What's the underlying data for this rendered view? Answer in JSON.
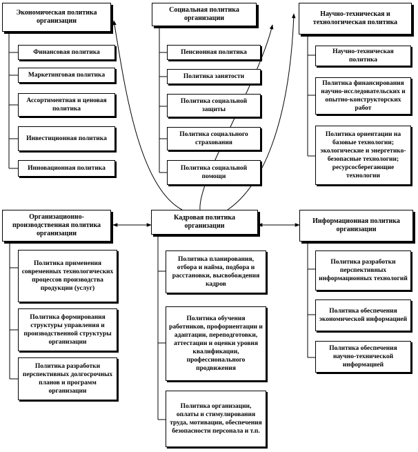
{
  "nodes": {
    "economic": {
      "title": "Экономическая политика организации",
      "items": [
        "Финансовая политика",
        "Маркетинговая политика",
        "Ассортиментная и ценовая политика",
        "Инвестиционная политика",
        "Инновационная политика"
      ]
    },
    "social": {
      "title": "Социальная политика организации",
      "items": [
        "Пенсионная политика",
        "Политика занятости",
        "Политика социальной защиты",
        "Политика социального страхования",
        "Политика социальной помощи"
      ]
    },
    "scitech": {
      "title": "Научно-техническая и технологическая политика",
      "items": [
        "Научно-техническая политика",
        "Политика финансирования научно-исследовательских и опытно-конструкторских работ",
        "Политика ориентации на базовые технологии; экологические и энергетико-безопасные технологии; ресурсосберегающие технологии"
      ]
    },
    "production": {
      "title": "Организационно-производственная политика организации",
      "items": [
        "Политика применения современных технологических процессов производства продукции (услуг)",
        "Политика формирования структуры управления и производственной структуры организации",
        "Политика разработки перспективных долгосрочных планов и программ организации"
      ]
    },
    "hr": {
      "title": "Кадровая политика организации",
      "items": [
        "Политика планирования, отбора и найма, подбора и расстановки, высвобождения кадров",
        "Политика обучения работников, профориентации и адаптации, переподготовки, аттестации и оценки уровня квалификации, профессионального продвижения",
        "Политика организации, оплаты и стимулирования труда, мотивации, обеспечения безопасности персонала и т.п."
      ]
    },
    "info": {
      "title": "Информационная политика организации",
      "items": [
        "Политика разработки перспективных информационных технологий",
        "Политика обеспечения экономической информацией",
        "Политика обеспечения научно-технической информацией"
      ]
    }
  }
}
